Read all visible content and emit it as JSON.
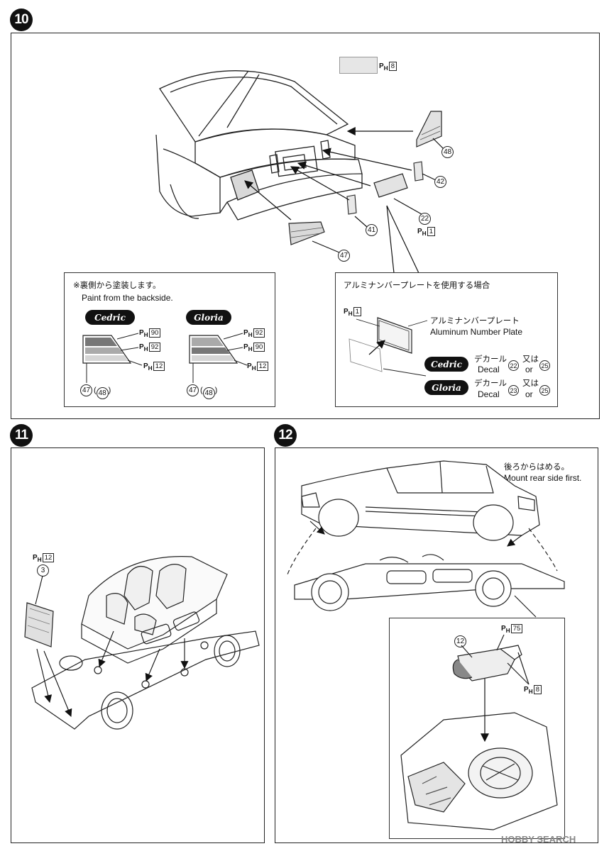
{
  "steps": [
    {
      "number": "10"
    },
    {
      "number": "11"
    },
    {
      "number": "12"
    }
  ],
  "step10": {
    "ph_top": {
      "prefix": "P",
      "sub": "H",
      "num": "8"
    },
    "parts": [
      {
        "id": "48"
      },
      {
        "id": "42"
      },
      {
        "id": "22"
      },
      {
        "id": "41"
      },
      {
        "id": "47"
      }
    ],
    "ph_22": {
      "prefix": "P",
      "sub": "H",
      "num": "1"
    },
    "paint_box": {
      "note_jp": "※裏側から塗装します。",
      "note_en": "Paint from the backside.",
      "cedric": {
        "badge": "Cedric",
        "colors": [
          {
            "prefix": "P",
            "sub": "H",
            "num": "90"
          },
          {
            "prefix": "P",
            "sub": "H",
            "num": "92"
          },
          {
            "prefix": "P",
            "sub": "H",
            "num": "12"
          }
        ],
        "part_main": "47",
        "part_alt": "48"
      },
      "gloria": {
        "badge": "Gloria",
        "colors": [
          {
            "prefix": "P",
            "sub": "H",
            "num": "92"
          },
          {
            "prefix": "P",
            "sub": "H",
            "num": "90"
          },
          {
            "prefix": "P",
            "sub": "H",
            "num": "12"
          }
        ],
        "part_main": "47",
        "part_alt": "48"
      }
    },
    "plate_box": {
      "title_jp": "アルミナンバープレートを使用する場合",
      "ph": {
        "prefix": "P",
        "sub": "H",
        "num": "1"
      },
      "plate_jp": "アルミナンバープレート",
      "plate_en": "Aluminum Number Plate",
      "decals": [
        {
          "badge": "Cedric",
          "jp": "デカール",
          "en": "Decal",
          "a": "22",
          "mid_jp": "又は",
          "mid_en": "or",
          "b": "25"
        },
        {
          "badge": "Gloria",
          "jp": "デカール",
          "en": "Decal",
          "a": "23",
          "mid_jp": "又は",
          "mid_en": "or",
          "b": "25"
        }
      ]
    }
  },
  "step11": {
    "ph": {
      "prefix": "P",
      "sub": "H",
      "num": "12"
    },
    "part": "3"
  },
  "step12": {
    "note_jp": "後ろからはめる。",
    "note_en": "Mount rear side first.",
    "part": "12",
    "ph_a": {
      "prefix": "P",
      "sub": "H",
      "num": "75"
    },
    "ph_b": {
      "prefix": "P",
      "sub": "H",
      "num": "8"
    }
  },
  "watermark": "HOBBY SEARCH"
}
